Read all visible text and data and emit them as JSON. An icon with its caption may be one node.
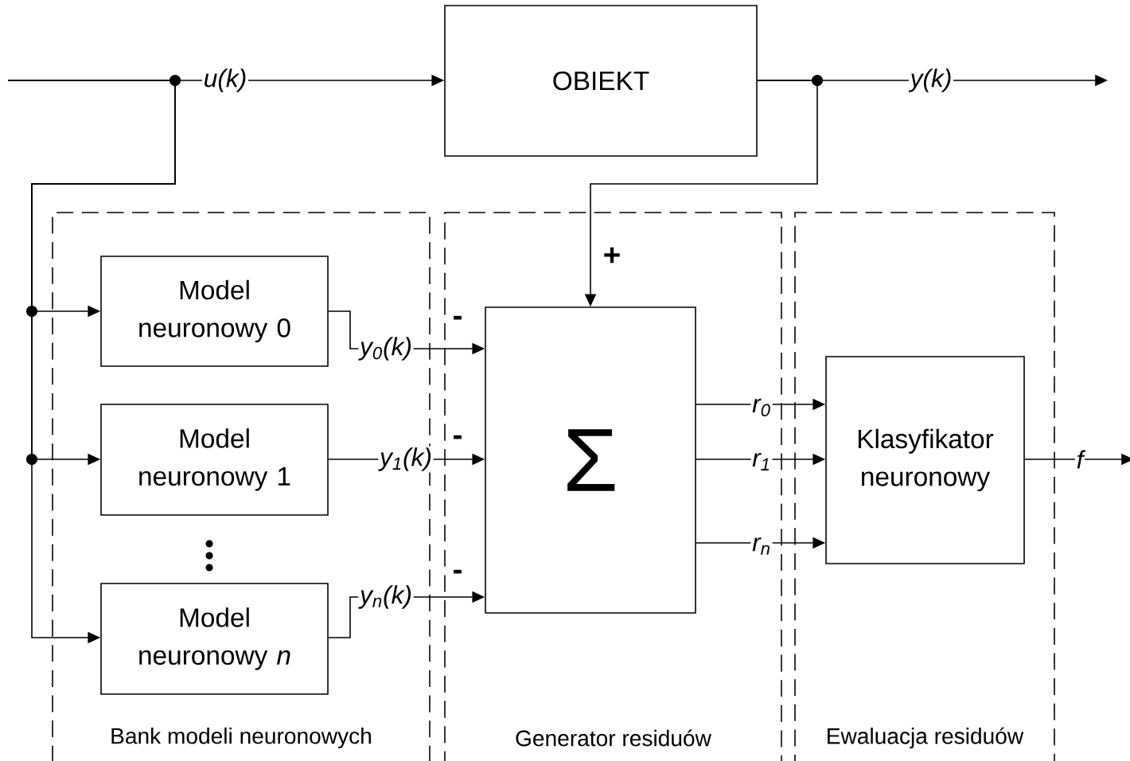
{
  "diagram": {
    "nodes": [
      {
        "text": [
          "Bank modeli neuronowych"
        ]
      },
      {
        "text": [
          "Generator residuów"
        ]
      },
      {
        "text": [
          "Ewaluacja residuów"
        ]
      },
      {
        "text": [
          "OBIEKT"
        ]
      },
      {
        "text": [
          "Model neuronowy 0"
        ],
        "in": 0
      },
      {
        "text": [
          "Model neuronowy 1"
        ],
        "in": 0
      },
      {
        "text": [
          "Model neuronowy *n*"
        ],
        "in": 0
      },
      {
        "text": [
          "Σ"
        ],
        "in": 1
      },
      {
        "text": [
          "Klasyfikator neuronowy"
        ],
        "in": 2
      }
    ],
    "edges": [
      {
        "from": null,
        "to": 3,
        "arrow": "to",
        "label": "u(k)"
      },
      {
        "from": null,
        "to": 4,
        "arrow": "to"
      },
      {
        "from": null,
        "to": 5,
        "arrow": "to"
      },
      {
        "from": null,
        "to": 6,
        "arrow": "to"
      },
      {
        "from": 3,
        "to": null,
        "arrow": "to",
        "label": "y(k)"
      },
      {
        "from": 3,
        "to": 7,
        "arrow": "to"
      },
      {
        "from": 4,
        "to": 7,
        "arrow": "to",
        "label": "y$_{0}$(k)"
      },
      {
        "from": 5,
        "to": 7,
        "arrow": "to",
        "label": "y$_{1}$(k)"
      },
      {
        "from": 6,
        "to": 7,
        "arrow": "to",
        "label": "y$_{n}$(k)"
      },
      {
        "from": 7,
        "to": 8,
        "arrow": "to",
        "label": "r$_{0}$"
      },
      {
        "from": 7,
        "to": 8,
        "arrow": "to",
        "label": "r$_{1}$"
      },
      {
        "from": 7,
        "to": 8,
        "arrow": "to",
        "label": "r$_{n}$"
      },
      {
        "from": 8,
        "to": null,
        "arrow": "to",
        "label": "f"
      }
    ],
    "labels": [
      "+",
      "-",
      "-",
      "-"
    ]
  }
}
